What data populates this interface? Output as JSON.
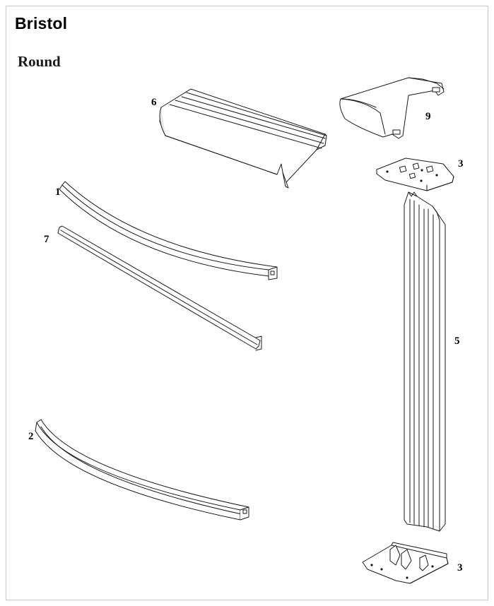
{
  "header": {
    "brand": "Bristol",
    "shape": "Round"
  },
  "callouts": {
    "part_1": "1",
    "part_2": "2",
    "part_3_top": "3",
    "part_3_bottom": "3",
    "part_5": "5",
    "part_6": "6",
    "part_7": "7",
    "part_9": "9"
  },
  "colors": {
    "line": "#1a1a1a",
    "fill": "#ffffff",
    "shade": "#e6e6e6"
  }
}
